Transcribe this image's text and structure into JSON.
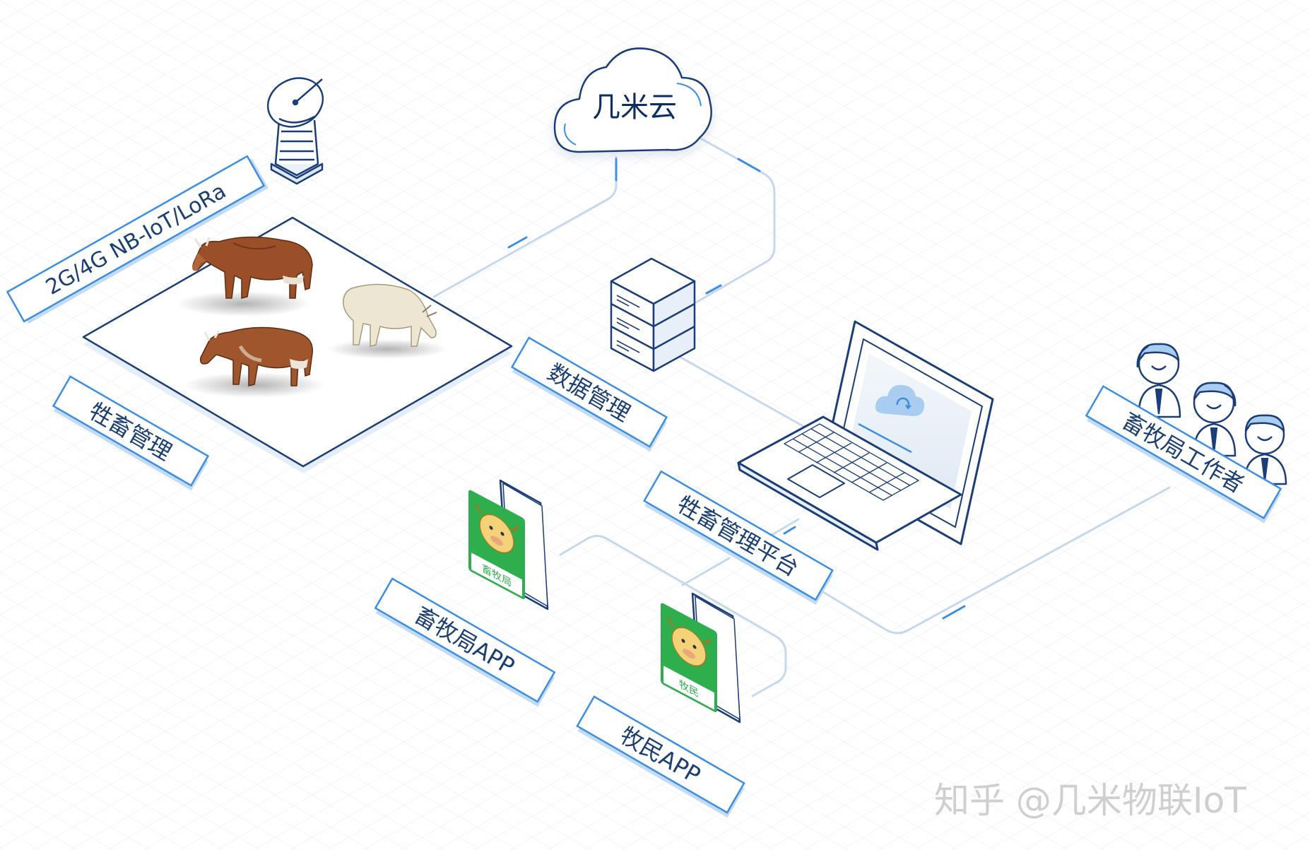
{
  "cloud": {
    "label": "几米云"
  },
  "labels": {
    "network": "2G/4G NB-IoT/LoRa",
    "livestock": "牲畜管理",
    "data": "数据管理",
    "platform": "牲畜管理平台",
    "staff": "畜牧局工作者",
    "bureau_app": "畜牧局APP",
    "herder_app": "牧民APP"
  },
  "apps": {
    "bureau_icon": "畜牧局",
    "herder_icon": "牧民"
  },
  "icons": [
    "satellite-dish-icon",
    "cloud-icon",
    "server-stack-icon",
    "laptop-icon",
    "sync-cloud-icon",
    "phone-icon",
    "cattle-app-icon",
    "worker-icon",
    "cow-icon",
    "goat-icon"
  ],
  "colors": {
    "line": "#c5d8ec",
    "accent_blue": "#3c8ee5",
    "outline": "#1c3e78",
    "app_green": "#2fae4e",
    "label_text": "#1b3e73"
  },
  "watermark": "知乎 @几米物联IoT"
}
